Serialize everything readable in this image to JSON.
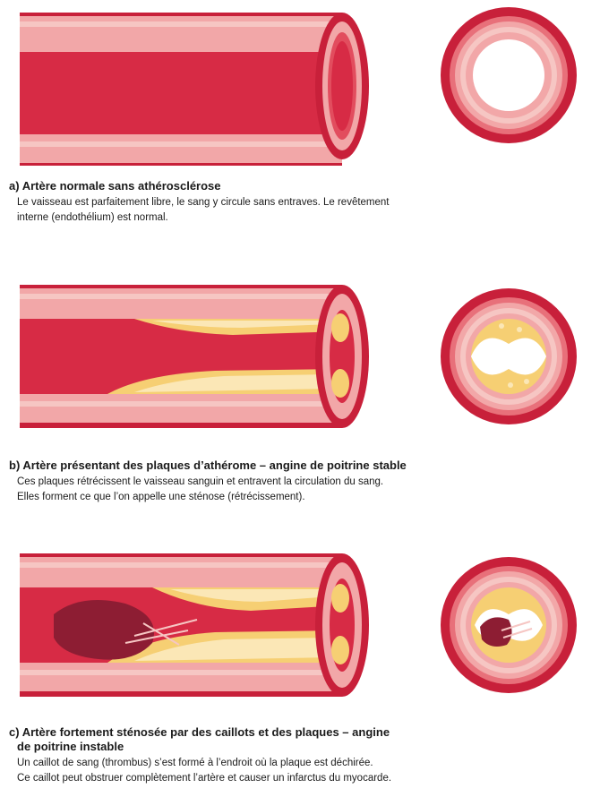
{
  "panels": [
    {
      "label": "a) Artère normale sans athérosclérose",
      "text": [
        "Le vaisseau est parfaitement libre, le sang y circule sans entraves. Le revêtement",
        "interne (endothélium) est normal."
      ]
    },
    {
      "label": "b) Artère présentant des plaques d’athérome – angine de poitrine stable",
      "text": [
        "Ces plaques rétrécissent le vaisseau sanguin et entravent la circulation du sang.",
        "Elles forment ce que l’on appelle une sténose (rétrécissement)."
      ]
    },
    {
      "label_lines": [
        "c) Artère fortement sténosée par des caillots et des plaques – angine",
        "de poitrine instable"
      ],
      "text": [
        "Un caillot de sang (thrombus) s’est formé à l’endroit où la plaque est déchirée.",
        "Ce caillot peut obstruer complètement l’artère et causer un infarctus du myocarde."
      ]
    }
  ],
  "colors": {
    "vessel_outer": "#c8203a",
    "vessel_mid": "#e24d5e",
    "vessel_lumen": "#d72b45",
    "wall_pink": "#f2a7a8",
    "wall_light": "#f6c6c3",
    "plaque_yellow": "#f6cf73",
    "plaque_light": "#fbe7b6",
    "clot_dark": "#8d1d33"
  }
}
